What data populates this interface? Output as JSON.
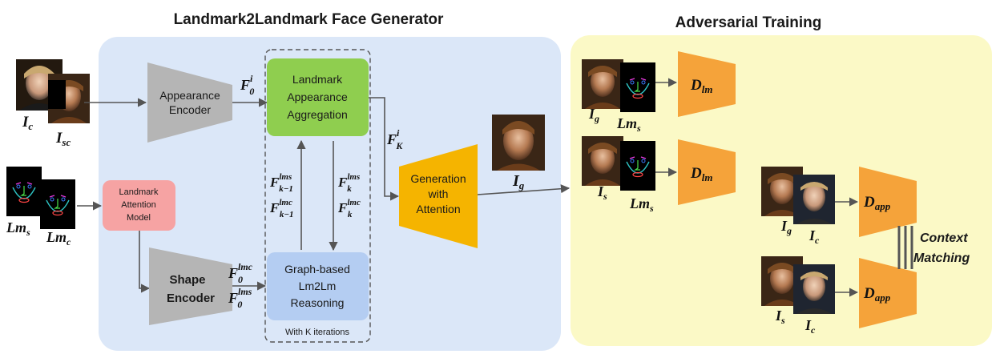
{
  "titles": {
    "generator": "Landmark2Landmark Face Generator",
    "adversarial": "Adversarial Training"
  },
  "blocks": {
    "appearance_encoder": [
      "Appearance",
      "Encoder"
    ],
    "landmark_attention": [
      "Landmark",
      "Attention",
      "Model"
    ],
    "shape_encoder": [
      "Shape",
      "Encoder"
    ],
    "aggregation": [
      "Landmark",
      "Appearance",
      "Aggregation"
    ],
    "reasoning": [
      "Graph-based",
      "Lm2Lm",
      "Reasoning"
    ],
    "generation": [
      "Generation",
      "with",
      "Attention"
    ],
    "iterations": "With K iterations",
    "context": [
      "Context",
      "Matching"
    ]
  },
  "symbols": {
    "Ic": {
      "base": "I",
      "sub": "c"
    },
    "Isc": {
      "base": "I",
      "sub": "sc"
    },
    "Lms": {
      "base": "Lm",
      "sub": "s"
    },
    "Lmc": {
      "base": "Lm",
      "sub": "c"
    },
    "F0i": {
      "base": "F",
      "sub": "0",
      "sup": "i"
    },
    "FKi": {
      "base": "F",
      "sub": "K",
      "sup": "i"
    },
    "F0lmc": {
      "base": "F",
      "sub": "0",
      "sup": "lmc"
    },
    "F0lms": {
      "base": "F",
      "sub": "0",
      "sup": "lms"
    },
    "Fk1lms": {
      "base": "F",
      "sub": "k−1",
      "sup": "lms"
    },
    "Fk1lmc": {
      "base": "F",
      "sub": "k−1",
      "sup": "lmc"
    },
    "Fklms": {
      "base": "F",
      "sub": "k",
      "sup": "lms"
    },
    "Fklmc": {
      "base": "F",
      "sub": "k",
      "sup": "lmc"
    },
    "Ig": {
      "base": "I",
      "sub": "g"
    },
    "Ig_adv": {
      "base": "I",
      "sub": "g"
    },
    "Lms_adv1": {
      "base": "Lm",
      "sub": "s"
    },
    "Is_adv": {
      "base": "I",
      "sub": "s"
    },
    "Lms_adv2": {
      "base": "Lm",
      "sub": "s"
    },
    "Ig_app": {
      "base": "I",
      "sub": "g"
    },
    "Ic_app1": {
      "base": "I",
      "sub": "c"
    },
    "Is_app": {
      "base": "I",
      "sub": "s"
    },
    "Ic_app2": {
      "base": "I",
      "sub": "c"
    },
    "Dlm1": {
      "base": "D",
      "sub": "lm"
    },
    "Dlm2": {
      "base": "D",
      "sub": "lm"
    },
    "Dapp1": {
      "base": "D",
      "sub": "app"
    },
    "Dapp2": {
      "base": "D",
      "sub": "app"
    }
  },
  "colors": {
    "generator_bg": "#dbe7f8",
    "adversarial_bg": "#fbf9c6",
    "encoder_gray": "#b5b5b5",
    "aggregation_green": "#8fce4f",
    "reasoning_blue": "#b4cdf2",
    "attention_pink": "#f6a3a3",
    "generation_gold": "#f5b400",
    "discriminator_orange": "#f5a33a",
    "arrow": "#555555"
  }
}
